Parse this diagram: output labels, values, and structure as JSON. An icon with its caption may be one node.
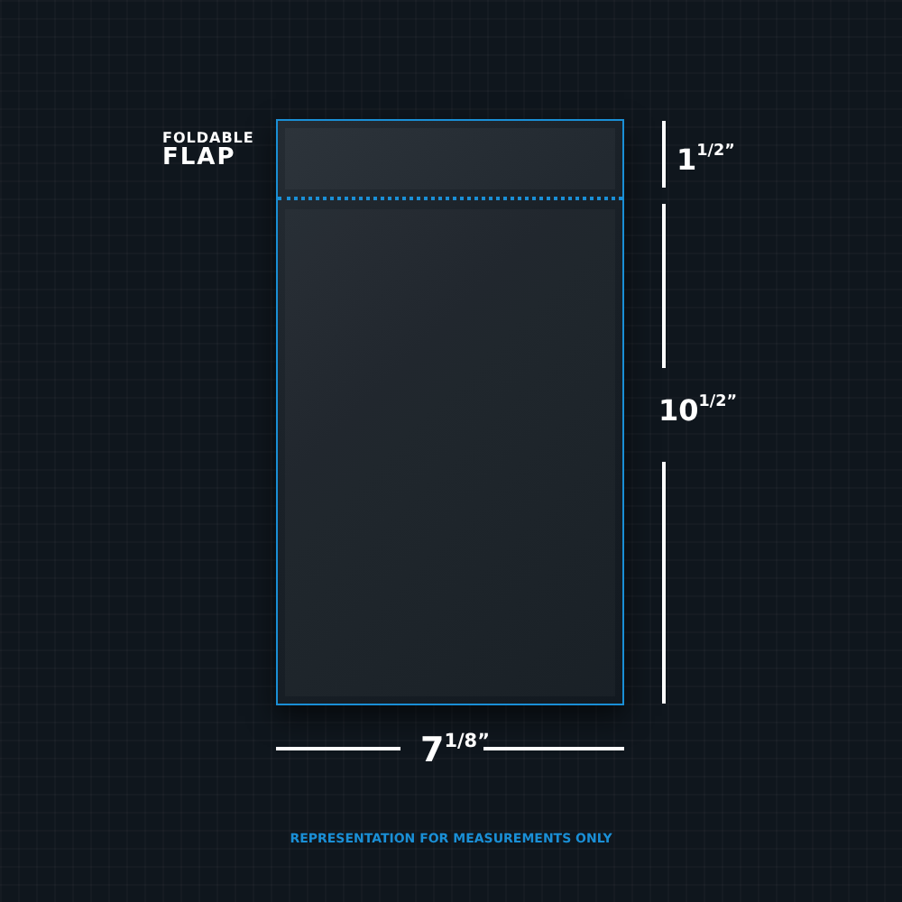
{
  "diagram": {
    "caption": "REPRESENTATION FOR MEASUREMENTS ONLY",
    "nodes": [
      {
        "text": [],
        "shape": "box"
      }
    ],
    "labels": [
      "FOLDABLE",
      "FLAP",
      "1$^{1/2”}$",
      "10$^{1/2”}$",
      "7$^{1/8”}$"
    ]
  }
}
